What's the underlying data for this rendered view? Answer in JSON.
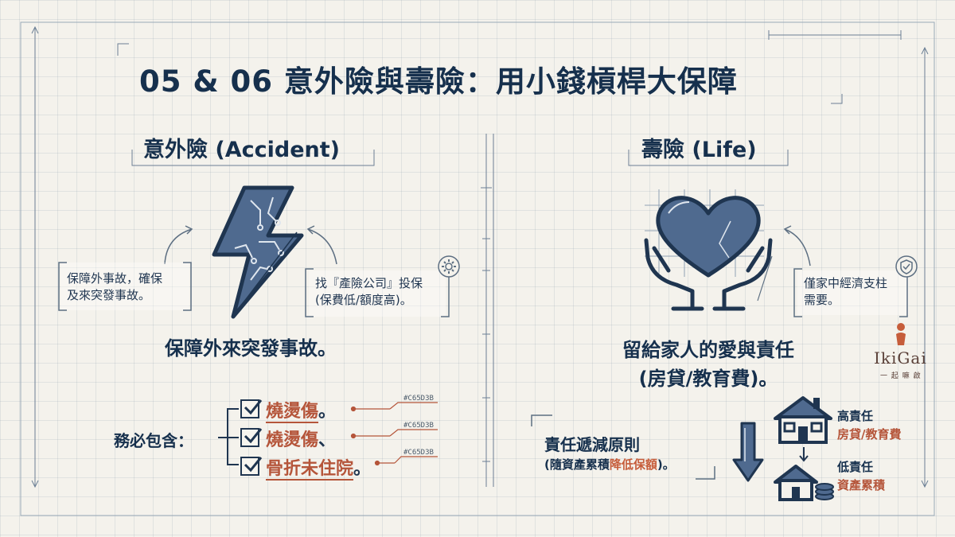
{
  "title": "05 & 06 意外險與壽險：用小錢槓桿大保障",
  "accident": {
    "heading": "意外險 (Accident)",
    "callout_left": [
      "保障外事故，確保",
      "及來突發事故。"
    ],
    "callout_right": [
      "找『產險公司』投保",
      "(保費低/額度高)。"
    ],
    "summary": "保障外來突發事故。",
    "must_include_label": "務必包含：",
    "checklist": [
      {
        "text": "燒燙傷",
        "end": "。",
        "tag": "#C65D3B"
      },
      {
        "text": "燒燙傷",
        "end": "、",
        "tag": "#C65D3B"
      },
      {
        "text": "骨折未住院",
        "end": "。",
        "tag": "#C65D3B"
      }
    ]
  },
  "life": {
    "heading": "壽險 (Life)",
    "callout": [
      "僅家中經濟支柱",
      "需要。"
    ],
    "summary": [
      "留給家人的愛與責任",
      "(房貸/教育費)。"
    ],
    "rule_title": "責任遞減原則",
    "rule_sub_prefix": "(隨資產累積",
    "rule_sub_accent": "降低保額",
    "rule_sub_suffix": ")。",
    "high": {
      "label": "高責任",
      "detail": "房貸/教育費"
    },
    "low": {
      "label": "低責任",
      "detail": "資產累積"
    }
  },
  "brand": {
    "name": "IkiGai",
    "sub": "一 起 嘛 啟"
  },
  "colors": {
    "navy": "#1f3550",
    "accent": "#c65d3b",
    "fill": "#4f6a8f"
  }
}
